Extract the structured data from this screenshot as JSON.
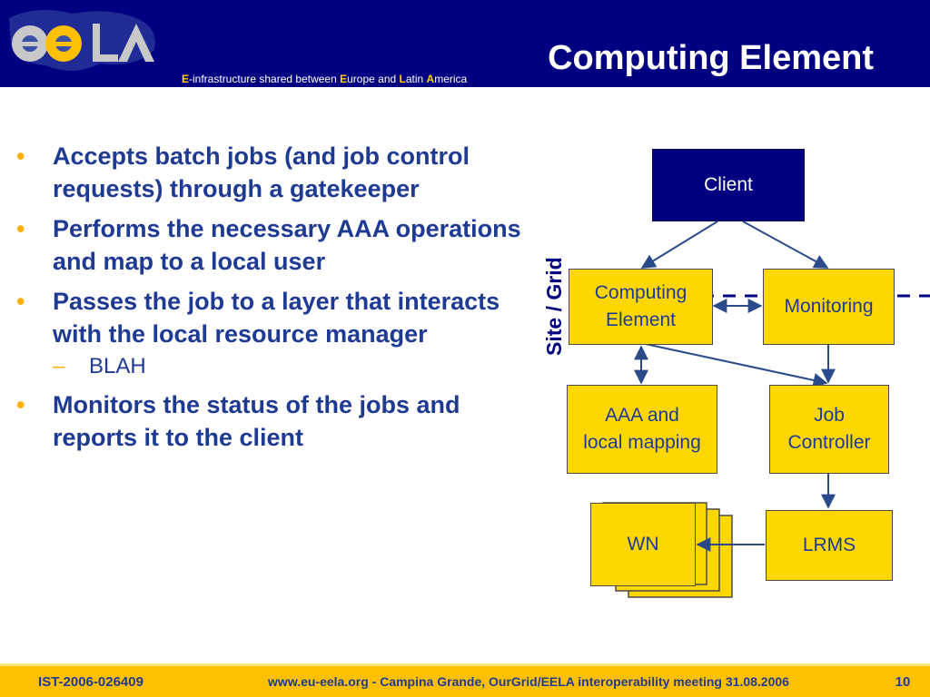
{
  "header": {
    "title": "Computing Element",
    "tagline": [
      {
        "text": "E",
        "highlight": true
      },
      {
        "text": "-infrastructure shared between ",
        "highlight": false
      },
      {
        "text": "E",
        "highlight": true
      },
      {
        "text": "urope and ",
        "highlight": false
      },
      {
        "text": "L",
        "highlight": true
      },
      {
        "text": "atin ",
        "highlight": false
      },
      {
        "text": "A",
        "highlight": true
      },
      {
        "text": "merica",
        "highlight": false
      }
    ]
  },
  "bullets": {
    "b1": "Accepts batch jobs (and job control requests) through a gatekeeper",
    "b2": "Performs the necessary AAA operations and map to a local user",
    "b3": "Passes the job to a layer that interacts with the local resource manager",
    "b3_sub": "BLAH",
    "b4": "Monitors the status of the jobs and reports it to the client",
    "bullet_glyph": "•",
    "sub_glyph": "–"
  },
  "diagram": {
    "client": "Client",
    "ce_line1": "Computing",
    "ce_line2": "Element",
    "monitoring": "Monitoring",
    "aaa_line1": "AAA and",
    "aaa_line2": "local mapping",
    "jc_line1": "Job",
    "jc_line2": "Controller",
    "wn": "WN",
    "lrms": "LRMS",
    "side_label": "Site  /  Grid"
  },
  "footer": {
    "project": "IST-2006-026409",
    "info": "www.eu-eela.org  -  Campina Grande, OurGrid/EELA interoperability meeting 31.08.2006",
    "page": "10"
  },
  "colors": {
    "header_bg": "#000080",
    "accent_yellow": "#ffd700",
    "footer_bg": "#ffc000",
    "text_blue": "#1f3a93"
  }
}
